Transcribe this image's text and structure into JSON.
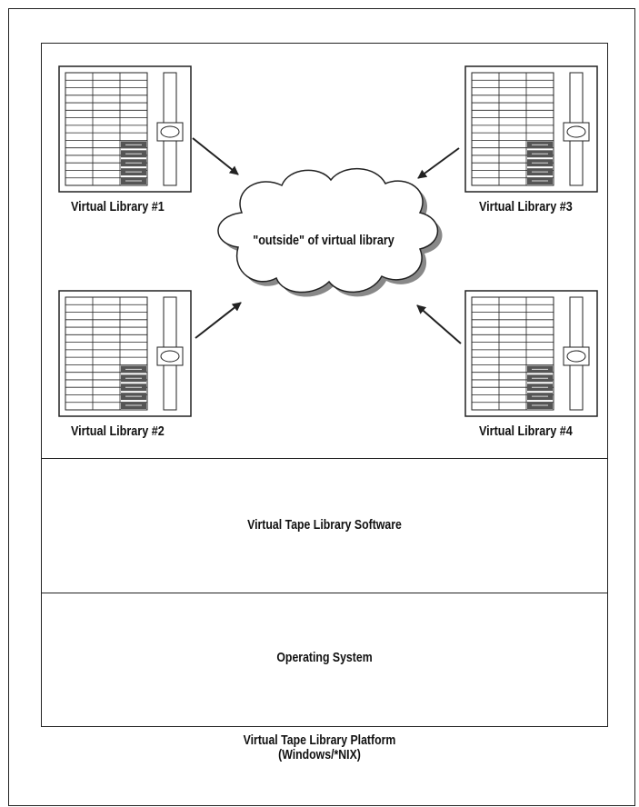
{
  "libraries": [
    {
      "label": "Virtual Library #1"
    },
    {
      "label": "Virtual Library #2"
    },
    {
      "label": "Virtual Library #3"
    },
    {
      "label": "Virtual Library #4"
    }
  ],
  "cloud": {
    "label": "\"outside\" of virtual library"
  },
  "layers": {
    "software": "Virtual Tape Library Software",
    "os": "Operating System"
  },
  "platform": {
    "line1": "Virtual Tape Library Platform",
    "line2": "(Windows/*NIX)"
  },
  "colors": {
    "stroke": "#222222",
    "drive_fill": "#555555",
    "shadow": "#888888"
  }
}
